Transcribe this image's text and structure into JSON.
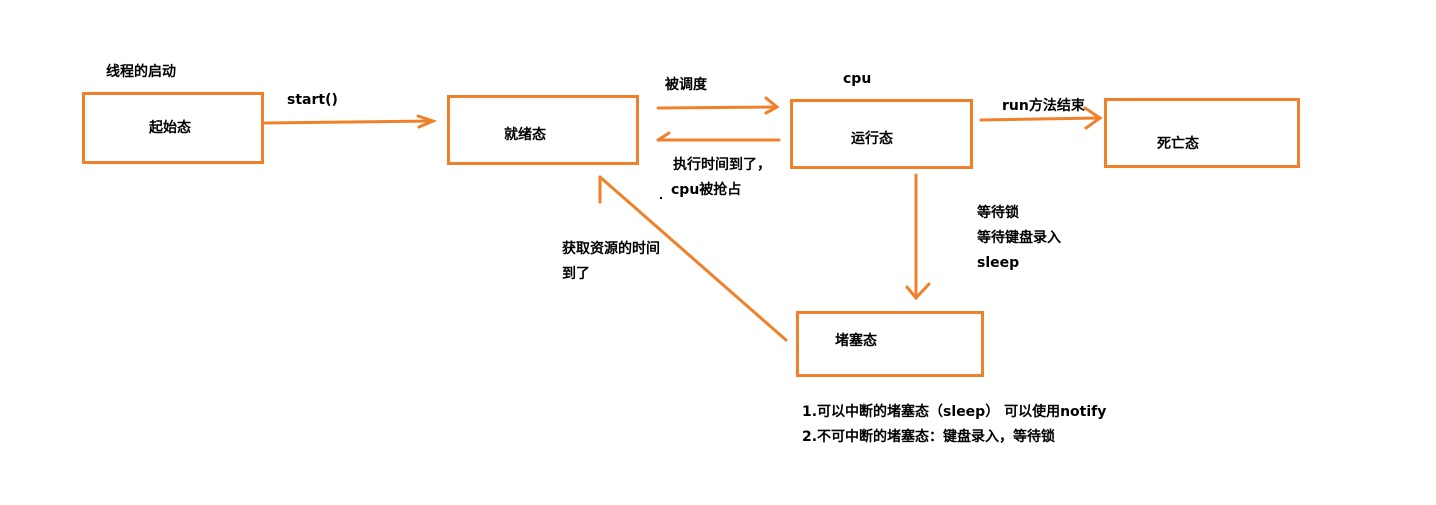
{
  "diagram": {
    "title": "线程的启动",
    "colors": {
      "box_border": "#f0802a",
      "arrow": "#f0802a",
      "text": "#000000"
    },
    "states": {
      "initial": "起始态",
      "ready": "就绪态",
      "running": "运行态",
      "dead": "死亡态",
      "blocked": "堵塞态"
    },
    "edges": {
      "start": "start()",
      "scheduled": "被调度",
      "cpu": "cpu",
      "run_end": "run方法结束",
      "preempted_line1": "执行时间到了，",
      "preempted_line2": "cpu被抢占",
      "block_reasons": [
        "等待锁",
        "等待键盘录入",
        "sleep"
      ],
      "resource_line1": "获取资源的时间",
      "resource_line2": "到了"
    },
    "notes": [
      "1.可以中断的堵塞态（sleep） 可以使用notify",
      "2.不可中断的堵塞态：键盘录入，等待锁"
    ]
  }
}
